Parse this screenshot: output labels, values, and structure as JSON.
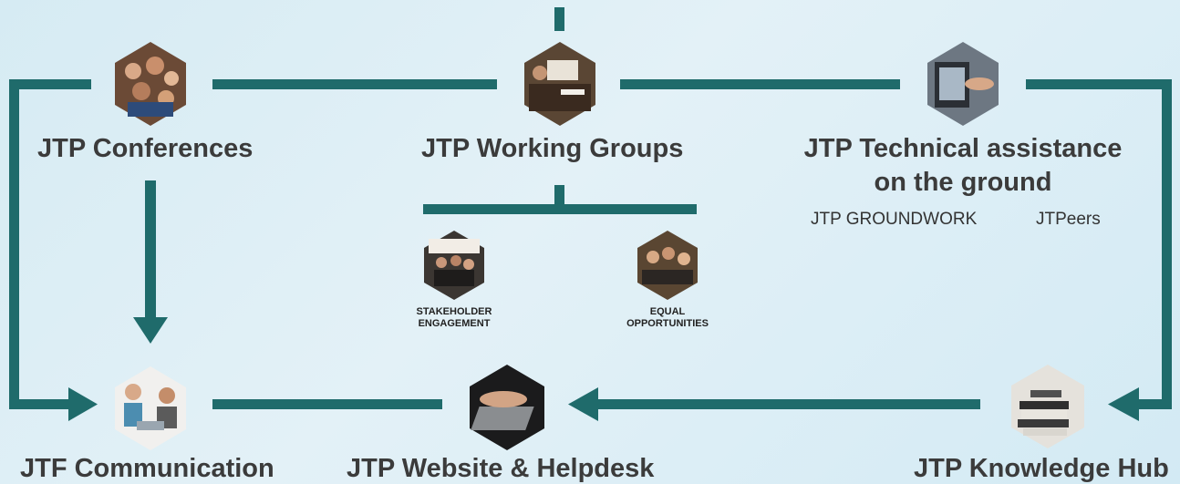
{
  "nodes": {
    "conferences": {
      "label": "JTP Conferences"
    },
    "working_groups": {
      "label": "JTP Working Groups"
    },
    "technical_assistance": {
      "label_line1": "JTP Technical assistance",
      "label_line2": "on the ground",
      "sub1": "JTP GROUNDWORK",
      "sub2": "JTPeers"
    },
    "stakeholder": {
      "label_line1": "STAKEHOLDER",
      "label_line2": "ENGAGEMENT"
    },
    "equal_opportunities": {
      "label_line1": "EQUAL",
      "label_line2": "OPPORTUNITIES"
    },
    "communication": {
      "label": "JTF Communication"
    },
    "website": {
      "label": "JTP Website & Helpdesk"
    },
    "knowledge_hub": {
      "label": "JTP Knowledge Hub"
    }
  },
  "colors": {
    "connector": "#1f6b6b",
    "text": "#3b3b3b"
  }
}
